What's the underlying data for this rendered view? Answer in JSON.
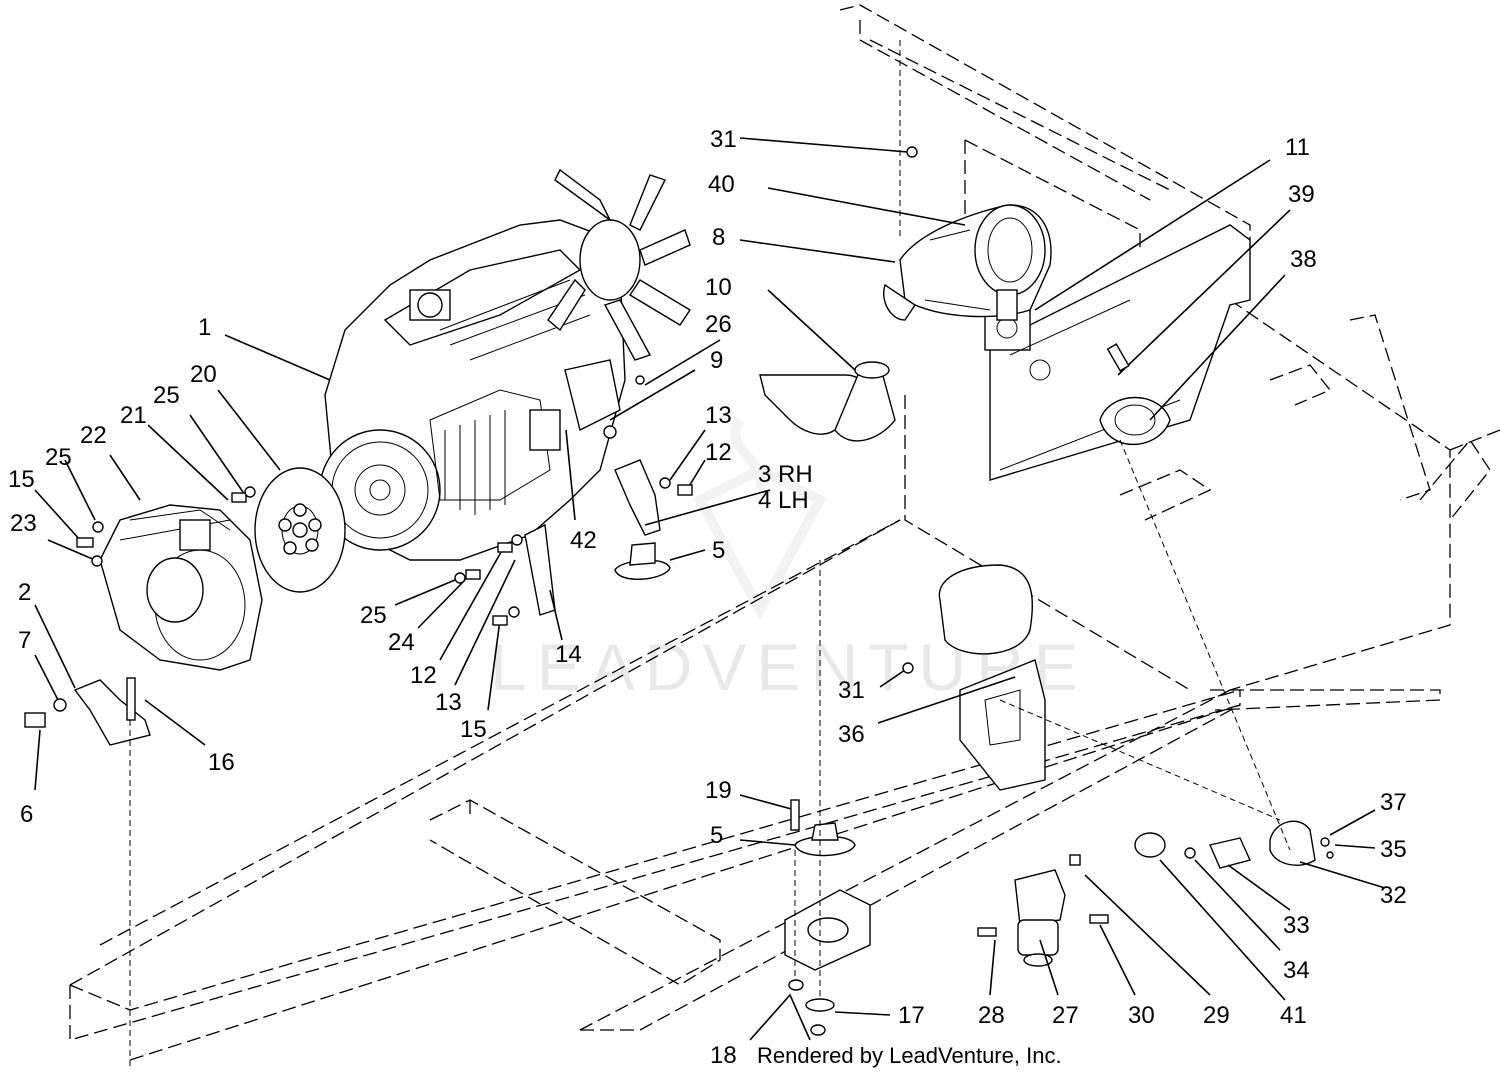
{
  "diagram": {
    "watermark": "LEADVENTURE",
    "credit": "Rendered by LeadVenture, Inc.",
    "callouts": {
      "c1": "1",
      "c2": "2",
      "c3": "3 RH",
      "c4": "4 LH",
      "c5a": "5",
      "c5b": "5",
      "c6": "6",
      "c7": "7",
      "c8": "8",
      "c9": "9",
      "c10": "10",
      "c11": "11",
      "c12a": "12",
      "c12b": "12",
      "c13a": "13",
      "c13b": "13",
      "c14": "14",
      "c15a": "15",
      "c15b": "15",
      "c16": "16",
      "c17": "17",
      "c18": "18",
      "c19": "19",
      "c20": "20",
      "c21": "21",
      "c22": "22",
      "c23": "23",
      "c24": "24",
      "c25a": "25",
      "c25b": "25",
      "c25c": "25",
      "c26": "26",
      "c27": "27",
      "c28": "28",
      "c29": "29",
      "c30": "30",
      "c31a": "31",
      "c31b": "31",
      "c32": "32",
      "c33": "33",
      "c34": "34",
      "c35": "35",
      "c36": "36",
      "c37": "37",
      "c38": "38",
      "c39": "39",
      "c40": "40",
      "c41": "41",
      "c42": "42"
    }
  }
}
